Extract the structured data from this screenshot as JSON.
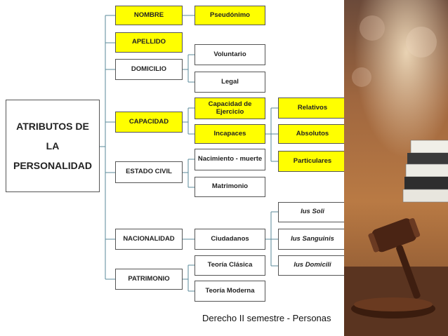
{
  "root": "ATRIBUTOS DE LA PERSONALIDAD",
  "attributes": {
    "nombre": "NOMBRE",
    "apellido": "APELLIDO",
    "domicilio": "DOMICILIO",
    "capacidad": "CAPACIDAD",
    "estado_civil": "ESTADO CIVIL",
    "nacionalidad": "NACIONALIDAD",
    "patrimonio": "PATRIMONIO"
  },
  "details": {
    "pseudonimo": "Pseudónimo",
    "voluntario": "Voluntario",
    "legal": "Legal",
    "capacidad_ejercicio": "Capacidad de Ejercicio",
    "incapaces": "Incapaces",
    "relativos": "Relativos",
    "absolutos": "Absolutos",
    "particulares": "Particulares",
    "nacimiento_muerte": "Nacimiento - muerte",
    "matrimonio": "Matrimonio",
    "ciudadanos": "Ciudadanos",
    "ius_soli": "Ius Soli",
    "ius_sanguinis": "Ius Sanguinis",
    "ius_domicili": "Ius Domicili",
    "teoria_clasica": "Teoría Clásica",
    "teoria_moderna": "Teoría Moderna"
  },
  "footer": "Derecho II semestre - Personas",
  "colors": {
    "highlight": "#ffff00",
    "connector": "#5a8a9a"
  }
}
